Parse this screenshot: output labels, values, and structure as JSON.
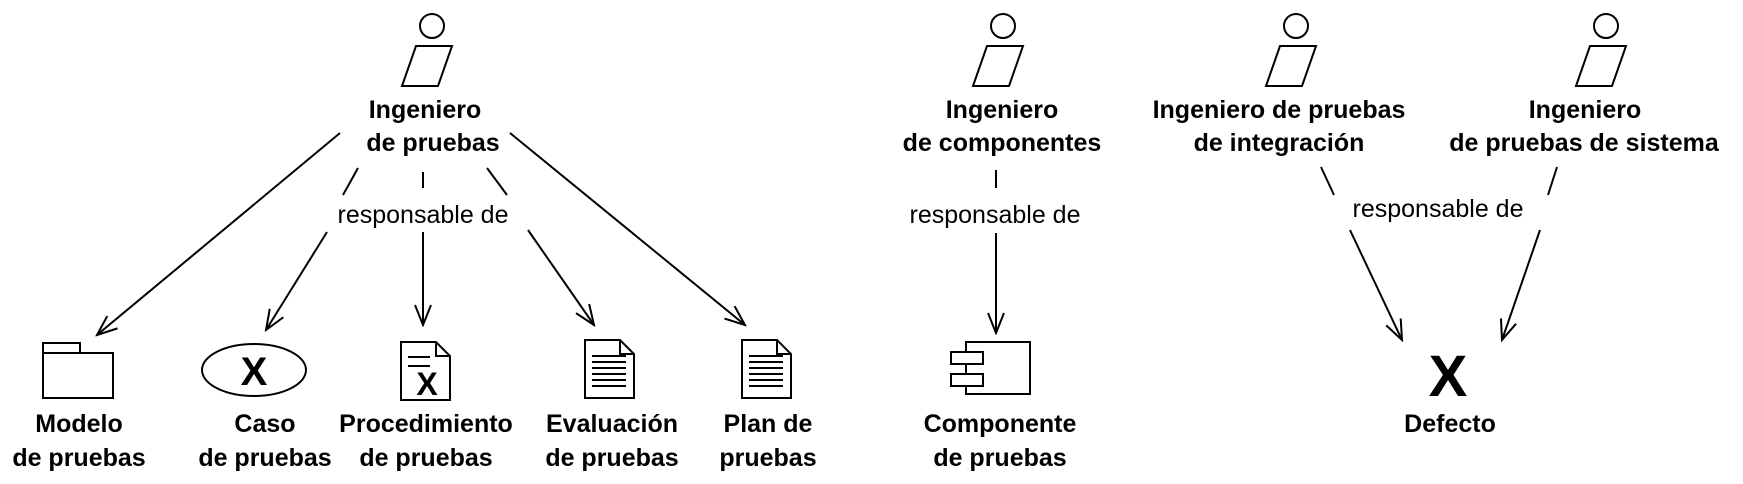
{
  "actors": {
    "test_engineer": {
      "line1": "Ingeniero",
      "line2": "de pruebas"
    },
    "component_engineer": {
      "line1": "Ingeniero",
      "line2": "de componentes"
    },
    "integration_test_engineer": {
      "line1": "Ingeniero de pruebas",
      "line2": "de integración"
    },
    "system_test_engineer": {
      "line1": "Ingeniero",
      "line2": "de pruebas de sistema"
    }
  },
  "relations": {
    "left": "responsable de",
    "middle": "responsable de",
    "right": "responsable de"
  },
  "artifacts": {
    "test_model": {
      "line1": "Modelo",
      "line2": "de pruebas"
    },
    "test_case": {
      "line1": "Caso",
      "line2": "de pruebas",
      "glyph": "X"
    },
    "test_procedure": {
      "line1": "Procedimiento",
      "line2": "de pruebas",
      "glyph": "X"
    },
    "test_evaluation": {
      "line1": "Evaluación",
      "line2": "de pruebas"
    },
    "test_plan": {
      "line1": "Plan de",
      "line2": "pruebas"
    },
    "test_component": {
      "line1": "Componente",
      "line2": "de pruebas"
    },
    "defect": {
      "line1": "Defecto",
      "glyph": "X"
    }
  }
}
